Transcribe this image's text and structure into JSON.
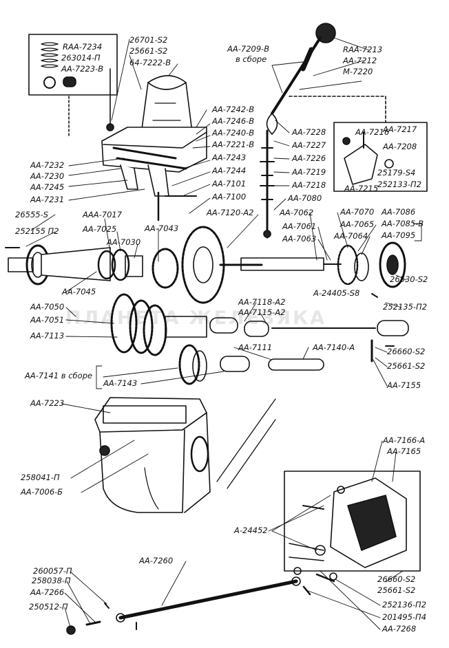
{
  "watermark": "ПЛАНЕТА ЖЕЛЕЗЯКА",
  "labels": {
    "l_26701_s2": "26701-S2",
    "l_25661_s2_top": "25661-S2",
    "l_64_7222_v": "64-7222-B",
    "l_aaa_7234": "RAA-7234",
    "l_263014_p": "263014-П",
    "l_aa_7223_v": "AA-7223-B",
    "l_aa_7209_v": "AA-7209-B",
    "l_v_sbore_top": "в сборе",
    "l_aaa_7213": "RAA-7213",
    "l_aa_7212": "AA-7212",
    "l_m_7220": "M-7220",
    "l_aa_7242_v": "AA-7242-B",
    "l_aa_7246_v": "AA-7246-B",
    "l_aa_7240_v": "AA-7240-B",
    "l_aa_7221_v": "AA-7221-B",
    "l_aa_7243": "AA-7243",
    "l_aa_7244": "AA-7244",
    "l_aa_7101": "AA-7101",
    "l_aa_7100": "AA-7100",
    "l_aa_7120_a2": "AA-7120-A2",
    "l_aa_7232": "AA-7232",
    "l_aa_7230": "AA-7230",
    "l_aa_7245": "AA-7245",
    "l_aa_7231": "AA-7231",
    "l_aa_7228": "AA-7228",
    "l_aa_7227": "AA-7227",
    "l_aa_7226": "AA-7226",
    "l_aa_7219": "AA-7219",
    "l_aa_7218": "AA-7218",
    "l_aa_7080": "AA-7080",
    "l_aa_7216": "AA-7216",
    "l_aa_7217": "AA-7217",
    "l_aa_7208": "AA-7208",
    "l_aa_7215": "AA-7215",
    "l_25179_s4": "25179-S4",
    "l_252133_p2": "252133-П2",
    "l_aaa_7017": "AAA-7017",
    "l_aa_7025": "AA-7025",
    "l_aa_7030": "AA-7030",
    "l_aa_7043": "AA-7043",
    "l_26555_s": "26555-S",
    "l_252155_p2": "252155 П2",
    "l_aa_7062": "AA-7062",
    "l_aa_7061": "AA-7061",
    "l_aa_7063": "AA-7063",
    "l_aa_7070": "AA-7070",
    "l_aa_7065": "AA-7065",
    "l_aa_7064": "AA-7064",
    "l_aa_7086": "AA-7086",
    "l_aa_7085_v": "AA-7085-B",
    "l_aa_7095": "AA-7095",
    "l_26530_s2": "26530-S2",
    "l_aa_7045": "AA-7045",
    "l_aa_7050": "AA-7050",
    "l_aa_7051": "AA-7051",
    "l_aa_7113": "AA-7113",
    "l_aa_7118_a2": "AA-7118-A2",
    "l_a_24405_s8": "A-24405-S8",
    "l_252135_p2": "252135-П2",
    "l_aa_7115_a2": "AA-7115-A2",
    "l_aa_7111": "AA-7111",
    "l_aa_7140_a": "AA-7140-A",
    "l_26660_s2_mid": "26660-S2",
    "l_25661_s2_mid": "25661-S2",
    "l_aa_7155": "AA-7155",
    "l_aa_7141": "AA-7141 в сборе",
    "l_aa_7143": "AA-7143",
    "l_aa_7223": "AA-7223",
    "l_258041_p": "258041-П",
    "l_aa_7006_b": "AA-7006-Б",
    "l_aa_7166_a": "AA-7166-A",
    "l_aa_7165": "AA-7165",
    "l_a_24452": "A-24452",
    "l_aa_7260": "AA-7260",
    "l_260057_p": "260057-П",
    "l_258038_p": "258038-П",
    "l_aa_7266": "AA-7266",
    "l_250512_p": "250512-П",
    "l_26660_s2_bot": "26660-S2",
    "l_25661_s2_bot": "25661-S2",
    "l_252136_p2": "252136-П2",
    "l_201495_p4": "201495-П4",
    "l_aa_7268": "AA-7268"
  }
}
